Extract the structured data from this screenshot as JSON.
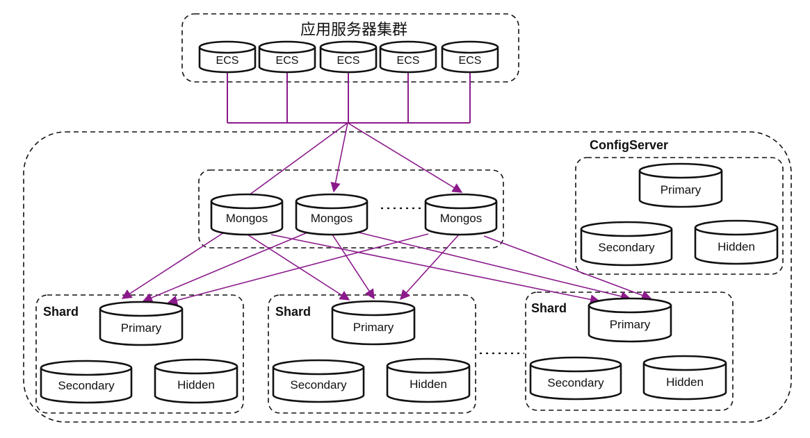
{
  "app_cluster": {
    "title": "应用服务器集群",
    "nodes": [
      "ECS",
      "ECS",
      "ECS",
      "ECS",
      "ECS"
    ]
  },
  "mongos": {
    "nodes": [
      "Mongos",
      "Mongos",
      "Mongos"
    ]
  },
  "config_server": {
    "label": "ConfigServer",
    "primary": "Primary",
    "secondary": "Secondary",
    "hidden": "Hidden"
  },
  "shards": [
    {
      "label": "Shard",
      "primary": "Primary",
      "secondary": "Secondary",
      "hidden": "Hidden"
    },
    {
      "label": "Shard",
      "primary": "Primary",
      "secondary": "Secondary",
      "hidden": "Hidden"
    },
    {
      "label": "Shard",
      "primary": "Primary",
      "secondary": "Secondary",
      "hidden": "Hidden"
    }
  ],
  "colors": {
    "connector": "#8b1a8b",
    "outline": "#111111"
  }
}
